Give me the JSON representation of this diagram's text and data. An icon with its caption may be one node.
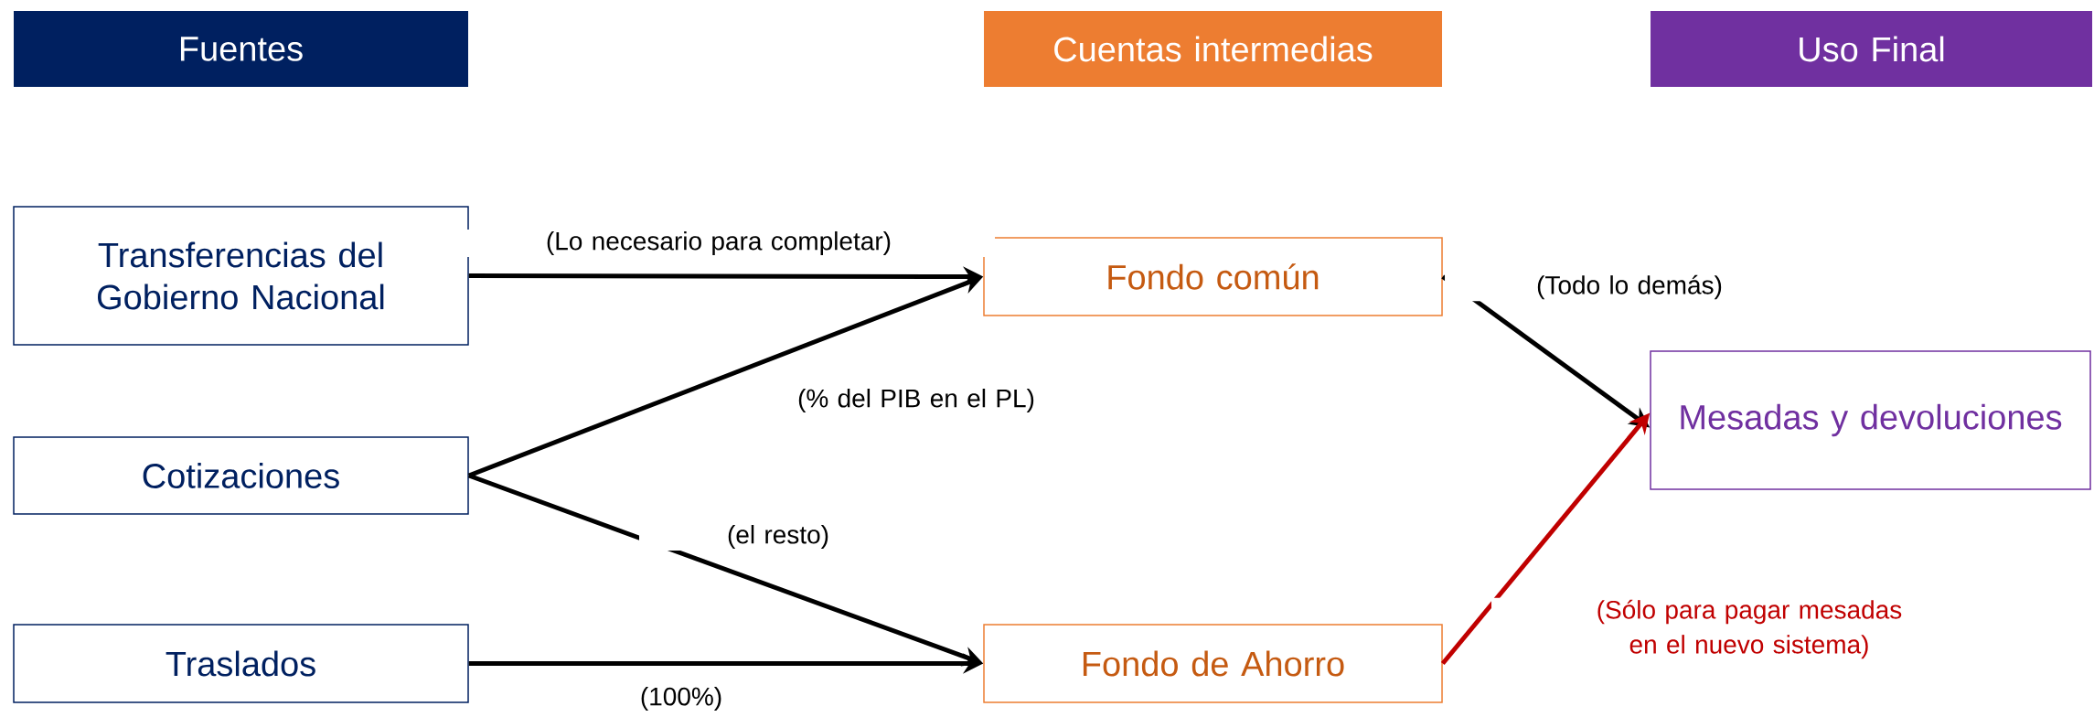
{
  "diagram": {
    "nodes": [
      {
        "text": [
          "Fuentes"
        ]
      },
      {
        "text": [
          "Cuentas intermedias"
        ]
      },
      {
        "text": [
          "Uso Final"
        ]
      },
      {
        "text": [
          "Transferencias del Gobierno Nacional"
        ]
      },
      {
        "text": [
          "Cotizaciones"
        ]
      },
      {
        "text": [
          "Traslados"
        ]
      },
      {
        "text": [
          "Fondo común"
        ]
      },
      {
        "text": [
          "Fondo de Ahorro"
        ]
      },
      {
        "text": [
          "Mesadas y devoluciones"
        ]
      }
    ],
    "edges": [
      {
        "from": 3,
        "to": 6,
        "arrow": "to",
        "label": "(Lo necesario para completar)"
      },
      {
        "from": 4,
        "to": 6,
        "arrow": "to",
        "label": "(% del PIB en el PL)"
      },
      {
        "from": 4,
        "to": 7,
        "arrow": "to",
        "label": "(el resto)"
      },
      {
        "from": 5,
        "to": 7,
        "arrow": "to",
        "label": "(100%)"
      },
      {
        "from": 6,
        "to": 8,
        "arrow": "to",
        "label": "(Todo lo demás)"
      },
      {
        "from": 7,
        "to": 8,
        "arrow": "to",
        "label": "(Sólo para pagar mesadas en el nuevo sistema)",
        "color": "#c00000"
      }
    ]
  }
}
